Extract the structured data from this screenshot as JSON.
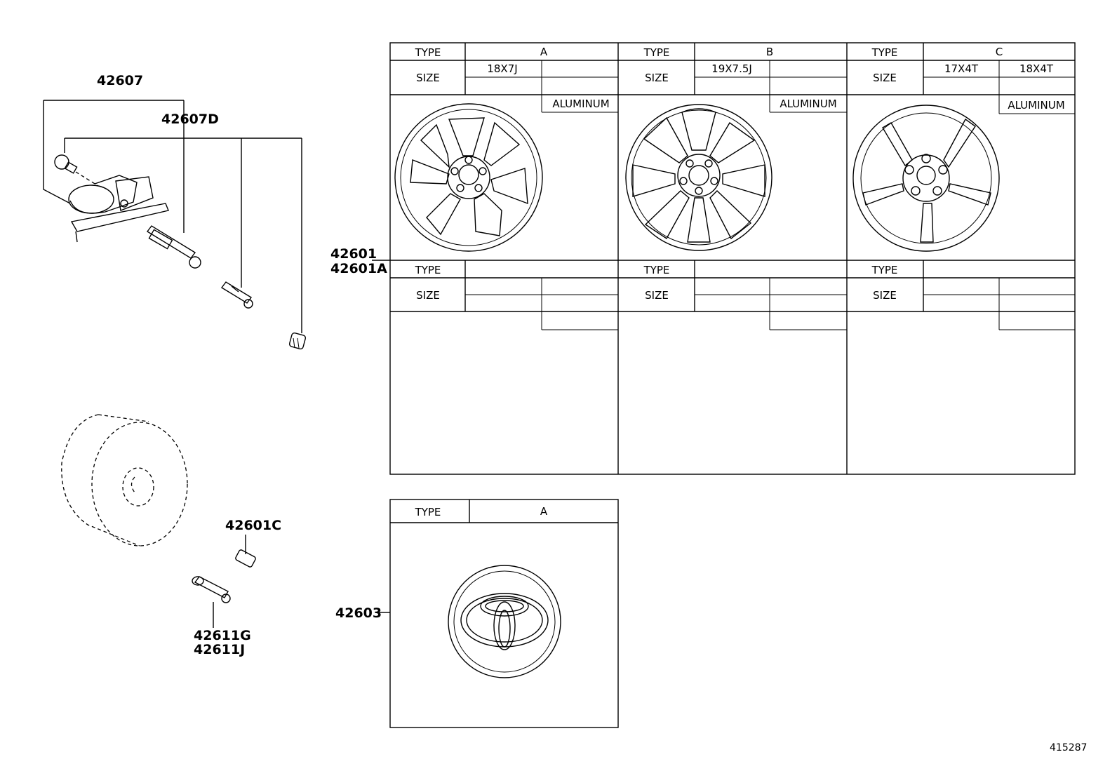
{
  "parts": {
    "p42607": "42607",
    "p42607D": "42607D",
    "p42601": "42601",
    "p42601A": "42601A",
    "p42601C": "42601C",
    "p42611G": "42611G",
    "p42611J": "42611J",
    "p42603": "42603"
  },
  "wheel_table": {
    "type_label": "TYPE",
    "size_label": "SIZE",
    "material": "ALUMINUM",
    "columns": [
      {
        "type": "A",
        "sizes": [
          "18X7J",
          ""
        ]
      },
      {
        "type": "B",
        "sizes": [
          "19X7.5J",
          ""
        ]
      },
      {
        "type": "C",
        "sizes": [
          "17X4T",
          "18X4T"
        ]
      }
    ]
  },
  "cap_table": {
    "type_label": "TYPE",
    "type": "A"
  },
  "figure_id": "415287"
}
